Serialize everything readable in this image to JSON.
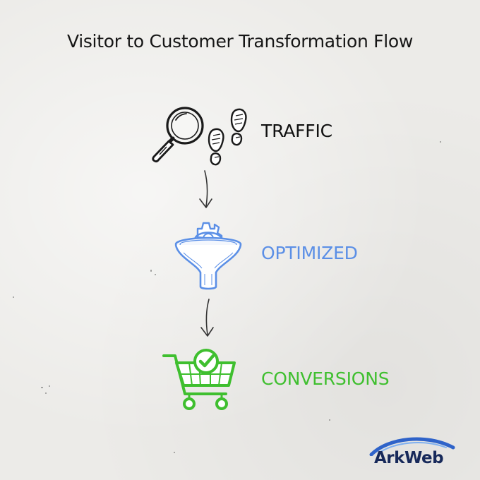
{
  "title": "Visitor to Customer Transformation Flow",
  "stages": [
    {
      "label": "TRAFFIC",
      "color": "#111111",
      "icons": [
        "magnifying-glass-icon",
        "footprints-icon"
      ]
    },
    {
      "label": "OPTIMIZED",
      "color": "#5b8fe6",
      "icons": [
        "funnel-gear-icon"
      ]
    },
    {
      "label": "CONVERSIONS",
      "color": "#3fbf2f",
      "icons": [
        "shopping-cart-check-icon"
      ]
    }
  ],
  "logo": {
    "text": "ArkWeb",
    "color": "#17295a",
    "swoosh_color": "#2f63c9"
  }
}
